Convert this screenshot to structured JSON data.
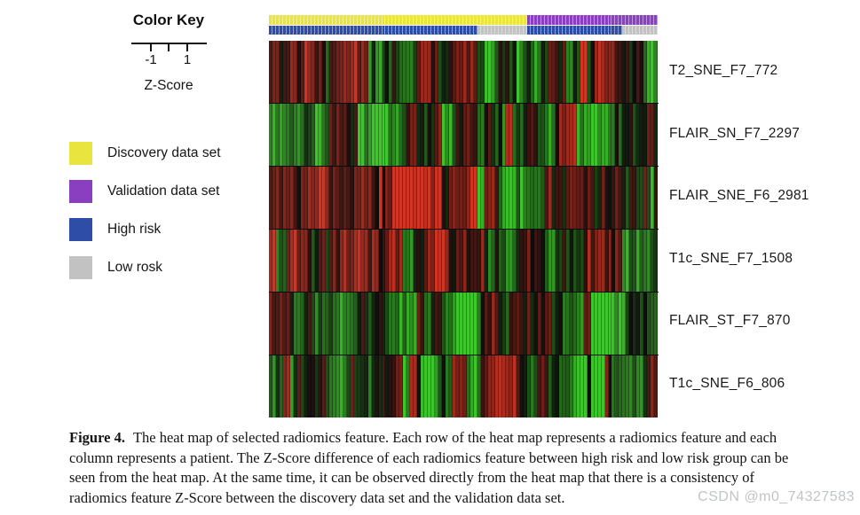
{
  "figure": {
    "color_key": {
      "title": "Color Key",
      "tick_labels": [
        "-1",
        "1"
      ],
      "axis_label": "Z-Score"
    },
    "legend": {
      "items": [
        {
          "id": "discovery",
          "label": "Discovery data set",
          "color": "#e9e43e"
        },
        {
          "id": "validation",
          "label": "Validation data set",
          "color": "#8a3fc1"
        },
        {
          "id": "high-risk",
          "label": "High risk",
          "color": "#2e4da7"
        },
        {
          "id": "low-risk",
          "label": "Low rosk",
          "color": "#c2c2c2"
        }
      ]
    },
    "heatmap": {
      "type": "heatmap",
      "rows": [
        "T2_SNE_F7_772",
        "FLAIR_SN_F7_2297",
        "FLAIR_SNE_F6_2981",
        "T1c_SNE_F7_1508",
        "FLAIR_ST_F7_870",
        "T1c_SNE_F6_806"
      ],
      "columns": 110,
      "column_groups": {
        "dataset": [
          {
            "name": "Discovery data set",
            "color": "#e9e43e",
            "span": 73
          },
          {
            "name": "Validation data set",
            "color": "#8a3fc1",
            "span": 37
          }
        ],
        "risk": [
          {
            "name": "High risk",
            "color": "#2e4da7",
            "span": 59
          },
          {
            "name": "Low rosk",
            "color": "#c2c2c2",
            "span": 14
          },
          {
            "name": "High risk",
            "color": "#2e4da7",
            "span": 27
          },
          {
            "name": "Low rosk",
            "color": "#c2c2c2",
            "span": 10
          }
        ]
      },
      "zscore_palette": {
        "negative": "#3ec42c",
        "zero": "#0d0d0d",
        "positive": "#d03424"
      },
      "zscore_range": [
        -1,
        1
      ],
      "render_seed": 20240404,
      "row_group_bias": [
        [
          0.2,
          -0.42,
          0.18,
          -0.48
        ],
        [
          -0.3,
          0.26,
          -0.22,
          0.3
        ],
        [
          0.46,
          -0.32,
          0.36,
          -0.42
        ],
        [
          0.3,
          -0.36,
          0.28,
          -0.42
        ],
        [
          -0.46,
          0.36,
          -0.36,
          0.32
        ],
        [
          -0.22,
          0.32,
          -0.26,
          0.36
        ]
      ]
    },
    "caption": {
      "label": "Figure 4.",
      "text": "The heat map of selected radiomics feature. Each row of the heat map represents a radiomics feature and each column represents a patient. The Z-Score difference of each radiomics feature between high risk and low risk group can be seen from the heat map. At the same time, it can be observed directly from the heat map that there is a consistency of radiomics feature Z-Score between the discovery data set and the validation data set."
    },
    "watermark": "CSDN @m0_74327583"
  }
}
